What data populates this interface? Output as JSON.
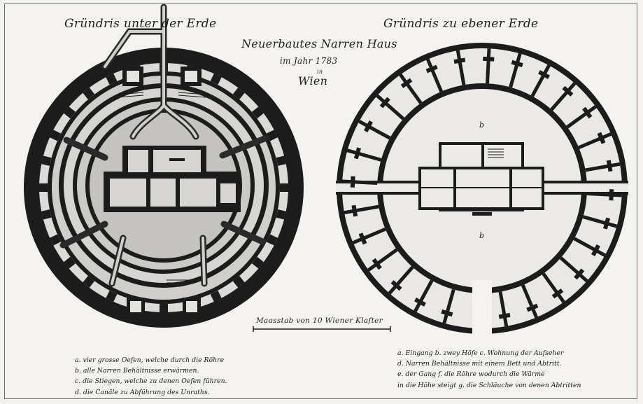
{
  "titles": {
    "left": "Gründris unter der Erde",
    "right": "Gründris zu ebener Erde",
    "subtitle": "Neuerbautes Narren Haus",
    "year": "im Jahr 1783",
    "in": "in",
    "city": "Wien"
  },
  "scale_label": "Maasstab von 10 Wiener Klafter",
  "notes_left": [
    "a. vier grosse Oefen, welche durch die Röhre",
    "b. alle Narren Behältnisse erwärmen.",
    "c. die Stiegen, welche zu denen Oefen führen.",
    "d. die Canäle zu Abführung des Unraths."
  ],
  "notes_right": [
    "a. Eingang  b. zwey Höfe  c. Wohnung der Aufseher",
    "d. Narren Behältnisse mit einem Bett und Abtritt.",
    "e. der Gang  f. die Röhre wodurch die Wärme",
    "in die Höhe steigt  g. die Schläuche von denen Abtritten"
  ],
  "labels": {
    "courtyard_b_upper": "b",
    "courtyard_b_lower": "b"
  },
  "colors": {
    "paper": "#f4f3f0",
    "ink": "#1c1c1c",
    "wash": "#c9c9c6"
  }
}
